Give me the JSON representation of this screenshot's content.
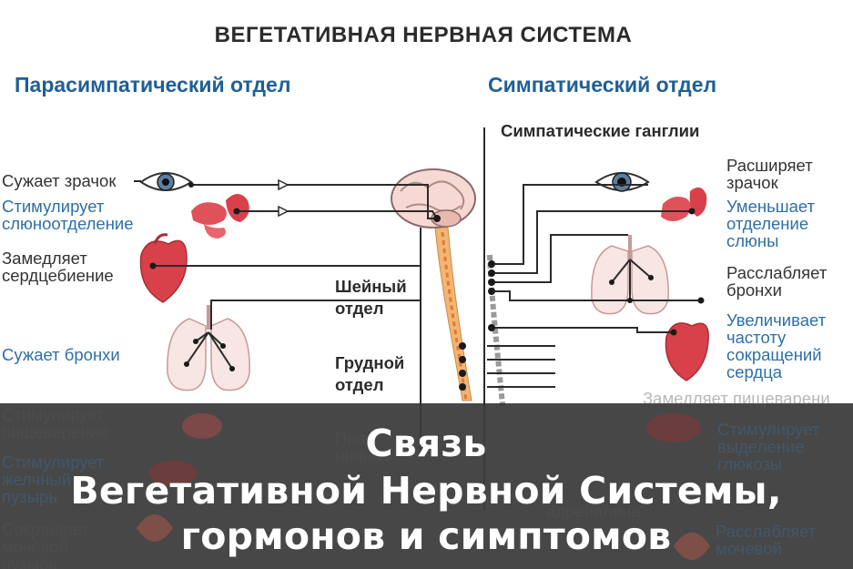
{
  "title": "ВЕГЕТАТИВНАЯ НЕРВНАЯ СИСТЕМА",
  "parasympathetic": {
    "heading": "Парасимпатический отдел",
    "items": {
      "pupil": [
        "Сужает зрачок"
      ],
      "saliva": [
        "Стимулирует",
        "слюноотделение"
      ],
      "heart": [
        "Замедляет",
        "сердцебиение"
      ],
      "bronchi": [
        "Сужает бронхи"
      ],
      "digestion": [
        "Стимулирует",
        "пищеварение"
      ],
      "gallbladder": [
        "Стимулирует",
        "желчный",
        "пузырь"
      ],
      "bladder": [
        "Сокращает",
        "мочевой",
        "пузырь"
      ]
    }
  },
  "sympathetic": {
    "heading": "Симпатический отдел",
    "ganglia": "Симпатические ганглии",
    "items": {
      "pupil": [
        "Расширяет",
        "зрачок"
      ],
      "saliva": [
        "Уменьшает",
        "отделение",
        "слюны"
      ],
      "bronchi": [
        "Расслабляет",
        "бронхи"
      ],
      "heart": [
        "Увеличивает",
        "частоту",
        "сокращений",
        "сердца"
      ],
      "digestion": [
        "Замедляет пищеварени"
      ],
      "glucose": [
        "Стимулирует",
        "выделение",
        "глюкозы"
      ],
      "adrenaline": [
        "адреналина"
      ],
      "bladder": [
        "Расслабляет",
        "мочевой"
      ]
    }
  },
  "spine": {
    "cervical": [
      "Шейный",
      "отдел"
    ],
    "thoracic": [
      "Грудной",
      "отдел"
    ],
    "lumbar": [
      "Пояс",
      "ничный"
    ]
  },
  "banner": {
    "lines": [
      "Связь",
      "Вегетативной Нервной Системы,",
      "гормонов и симптомов"
    ]
  },
  "colors": {
    "heading_blue": "#1f5f95",
    "label_blue": "#2e6fa8",
    "organ_red": "#d9414a",
    "banner_bg": "#2d2d2d",
    "spine_orange": "#f0a860"
  }
}
